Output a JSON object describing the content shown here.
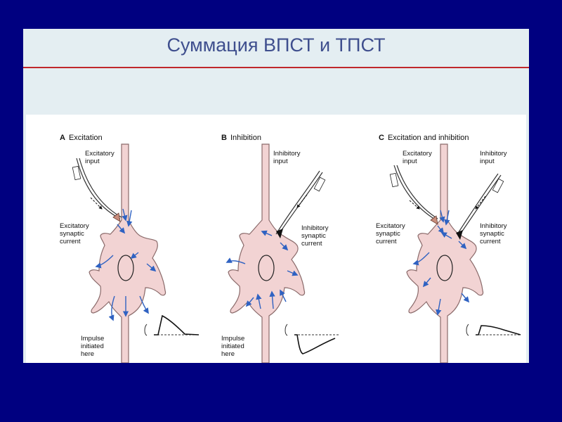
{
  "slide": {
    "title": "Суммация ВПСТ и ТПСТ"
  },
  "figure": {
    "panels": [
      {
        "letter": "A",
        "heading": "Excitation",
        "input_label": [
          "Excitatory",
          "input"
        ],
        "current_label": [
          "Excitatory",
          "synaptic",
          "current"
        ],
        "impulse_label": [
          "Impulse",
          "initiated",
          "here"
        ]
      },
      {
        "letter": "B",
        "heading": "Inhibition",
        "input_label": [
          "Inhibitory",
          "input"
        ],
        "current_label": [
          "Inhibitory",
          "synaptic",
          "current"
        ],
        "impulse_label": [
          "Impulse",
          "initiated",
          "here"
        ]
      },
      {
        "letter": "C",
        "heading": "Excitation and inhibition",
        "input_label": [
          "Excitatory",
          "input"
        ],
        "input2_label": [
          "Inhibitory",
          "input"
        ],
        "current_label": [
          "Excitatory",
          "synaptic",
          "current"
        ],
        "current2_label": [
          "Inhibitory",
          "synaptic",
          "current"
        ]
      }
    ],
    "colors": {
      "neuron": "#f2d3d3",
      "neuron_outline": "#8a6a6a",
      "arrow": "#2f62c2",
      "excitatory_terminal": "#c98d7c",
      "inhibitory_terminal": "#111111"
    }
  }
}
